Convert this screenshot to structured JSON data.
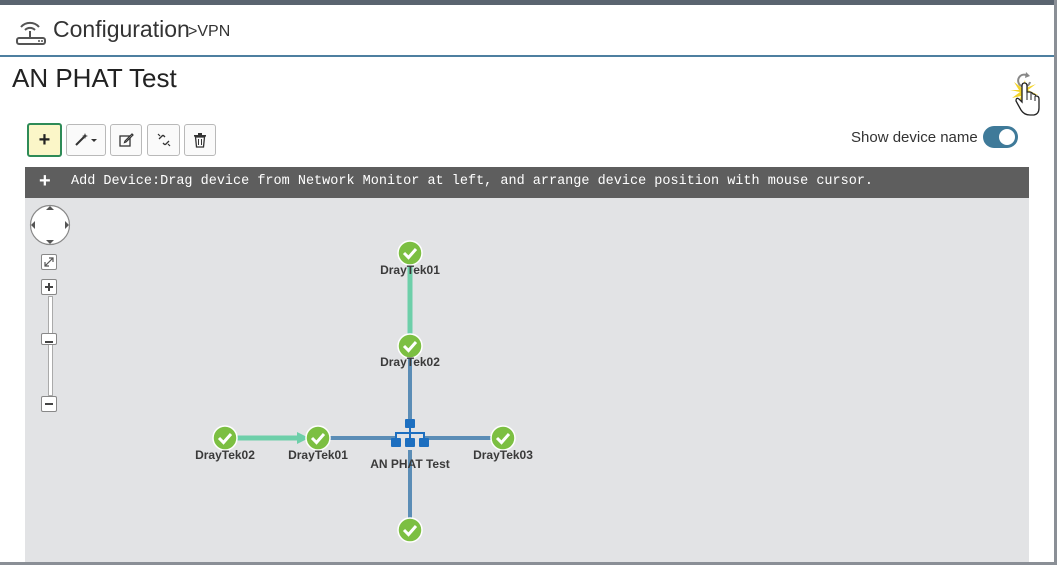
{
  "header": {
    "title": "Configuration",
    "breadcrumb": ">VPN",
    "icon": "router-icon"
  },
  "page": {
    "title": "AN PHAT Test"
  },
  "toolbar": {
    "add_label": "+",
    "buttons": [
      "add-device",
      "auto-layout",
      "edit",
      "unlink",
      "delete"
    ]
  },
  "show_device_name": {
    "label": "Show device name",
    "enabled": true
  },
  "info_bar": {
    "icon": "+",
    "text": "Add Device:Drag device from Network Monitor at left, and arrange device position with mouse cursor."
  },
  "topology": {
    "center": {
      "label": "AN PHAT Test"
    },
    "nodes": [
      {
        "id": "n-top",
        "label": "DrayTek01"
      },
      {
        "id": "n-mid",
        "label": "DrayTek02"
      },
      {
        "id": "n-left-far",
        "label": "DrayTek02"
      },
      {
        "id": "n-left-near",
        "label": "DrayTek01"
      },
      {
        "id": "n-right",
        "label": "DrayTek03"
      },
      {
        "id": "n-bottom",
        "label": ""
      }
    ],
    "colors": {
      "vpn_link": "#6dcfa9",
      "lan_link": "#5b8db6",
      "node_ok": "#7cbf42",
      "hub": "#1d6fc0"
    }
  }
}
